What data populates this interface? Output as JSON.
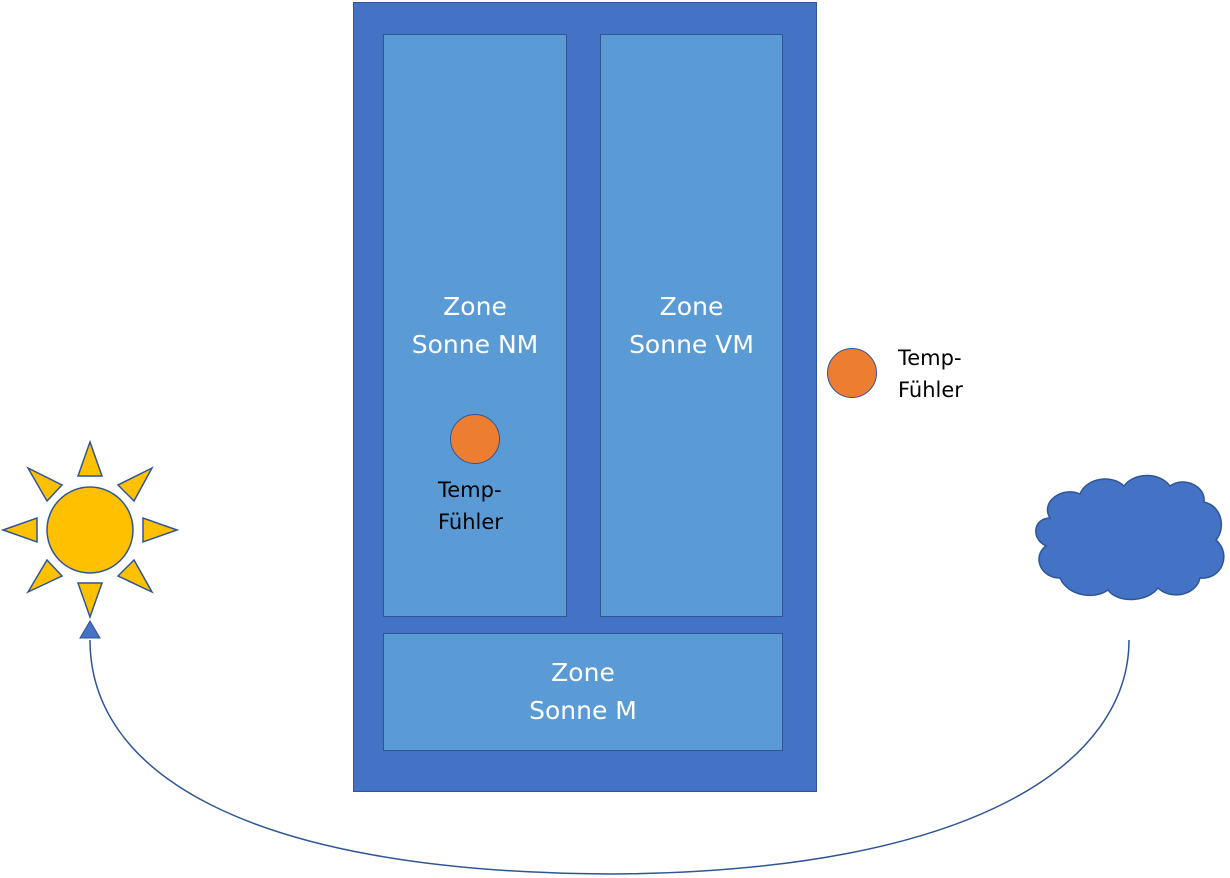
{
  "zones": {
    "nm": {
      "line1": "Zone",
      "line2": "Sonne NM"
    },
    "vm": {
      "line1": "Zone",
      "line2": "Sonne VM"
    },
    "m": {
      "line1": "Zone",
      "line2": "Sonne M"
    }
  },
  "sensors": {
    "inside": {
      "line1": "Temp-",
      "line2": "Fühler"
    },
    "outside": {
      "line1": "Temp-",
      "line2": "Fühler"
    }
  },
  "colors": {
    "building": "#4472c4",
    "zone": "#5b9bd5",
    "sensor": "#ed7d31",
    "sun": "#ffc000",
    "cloud": "#4472c4",
    "outline": "#2f5597"
  },
  "icons": {
    "sun": "sun-icon",
    "cloud": "cloud-icon",
    "arrow": "sun-path-arrow"
  }
}
